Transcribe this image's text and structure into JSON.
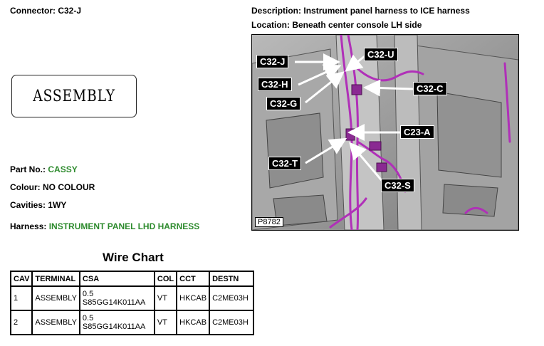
{
  "connector": {
    "label": "Connector:",
    "value": "C32-J"
  },
  "assembly_box": {
    "text": "ASSEMBLY"
  },
  "part_no": {
    "label": "Part No.:",
    "value": "CASSY"
  },
  "colour": {
    "label": "Colour:",
    "value": "NO COLOUR"
  },
  "cavities": {
    "label": "Cavities:",
    "value": "1WY"
  },
  "harness": {
    "label": "Harness:",
    "value": "INSTRUMENT PANEL LHD HARNESS"
  },
  "description": {
    "label": "Description:",
    "value": "Instrument panel harness to ICE harness"
  },
  "location": {
    "label": "Location:",
    "value": "Beneath center console LH side"
  },
  "colors": {
    "harness_green": "#2e8b2e",
    "wiring": "#b030b8",
    "callout_bg": "#000000"
  },
  "wire_chart": {
    "title": "Wire Chart",
    "headers": [
      "CAV",
      "TERMINAL",
      "CSA",
      "COL",
      "CCT",
      "DESTN"
    ],
    "rows": [
      {
        "cav": "1",
        "terminal": "ASSEMBLY",
        "csa_size": "0.5",
        "csa_part": "S85GG14K011AA",
        "col": "VT",
        "cct": "HKCAB",
        "destn": "C2ME03H"
      },
      {
        "cav": "2",
        "terminal": "ASSEMBLY",
        "csa_size": "0.5",
        "csa_part": "S85GG14K011AA",
        "col": "VT",
        "cct": "HKCAB",
        "destn": "C2ME03H"
      }
    ]
  },
  "photo": {
    "callouts": [
      "C32-J",
      "C32-U",
      "C32-H",
      "C32-C",
      "C32-G",
      "C23-A",
      "C32-T",
      "C32-S"
    ],
    "code": "P8782"
  }
}
